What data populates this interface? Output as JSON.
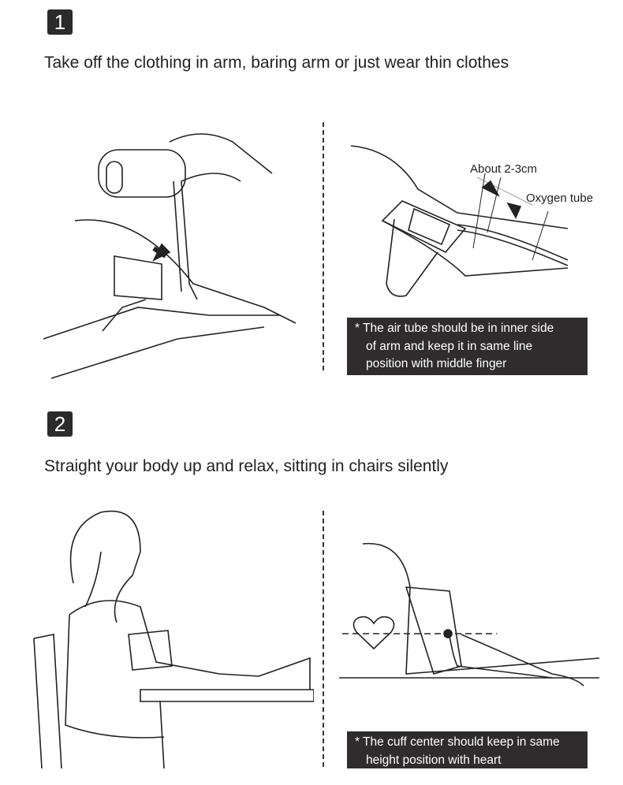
{
  "step1": {
    "number": "1",
    "title": "Take off the clothing in arm, baring arm or just wear thin clothes",
    "label_distance": "About 2-3cm",
    "label_tube": "Oxygen tube",
    "note": [
      "* The air tube should be in inner side",
      "of arm and keep it in same line",
      "position with middle finger"
    ]
  },
  "step2": {
    "number": "2",
    "title": "Straight your body up and relax, sitting in chairs silently",
    "note": [
      "* The cuff center should keep in same",
      "height position with heart"
    ]
  }
}
